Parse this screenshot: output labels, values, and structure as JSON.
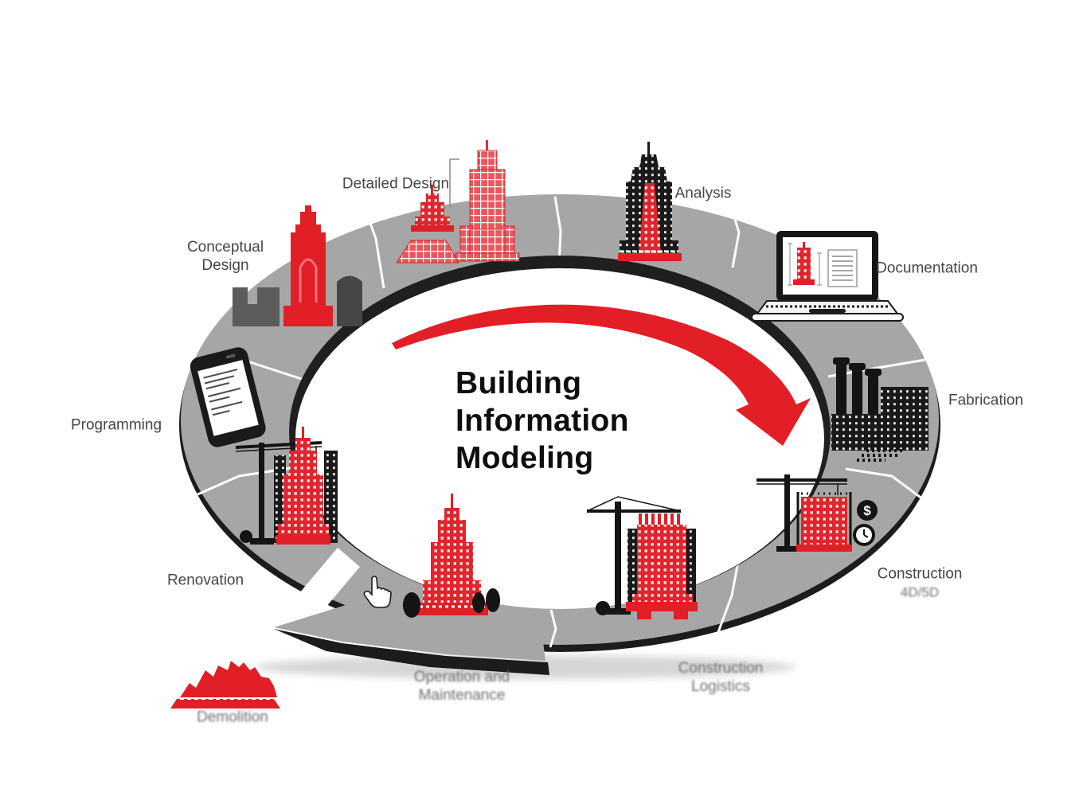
{
  "diagram": {
    "title": "Building\nInformation\nModeling",
    "stages": {
      "programming": "Programming",
      "conceptual_design": "Conceptual\nDesign",
      "detailed_design": "Detailed Design",
      "analysis": "Analysis",
      "documentation": "Documentation",
      "fabrication": "Fabrication",
      "construction": "Construction",
      "construction_sub": "4D/5D",
      "construction_logistics": "Construction\nLogistics",
      "operation_maintenance": "Operation and\nMaintenance",
      "demolition": "Demolition",
      "renovation": "Renovation"
    },
    "badges": {
      "dollar": "$"
    },
    "colors": {
      "accent_red": "#e21e26",
      "ring_gray": "#a7a6a6",
      "ink_black": "#1c1c1c",
      "label_gray": "#464646"
    },
    "icons": {
      "programming": "smartphone-icon",
      "conceptual_design": "massing-buildings-icon",
      "detailed_design": "wireframe-tower-icon",
      "analysis": "analysis-tower-icon",
      "documentation": "laptop-icon",
      "fabrication": "factory-icon",
      "construction": "construction-crane-icon",
      "construction_logistics": "logistics-crane-icon",
      "operation_maintenance": "skyscraper-icon",
      "demolition": "rubble-icon",
      "renovation": "renovation-crane-icon",
      "center": "cycle-arrow-icon",
      "pointer": "cursor-hand-icon"
    }
  }
}
